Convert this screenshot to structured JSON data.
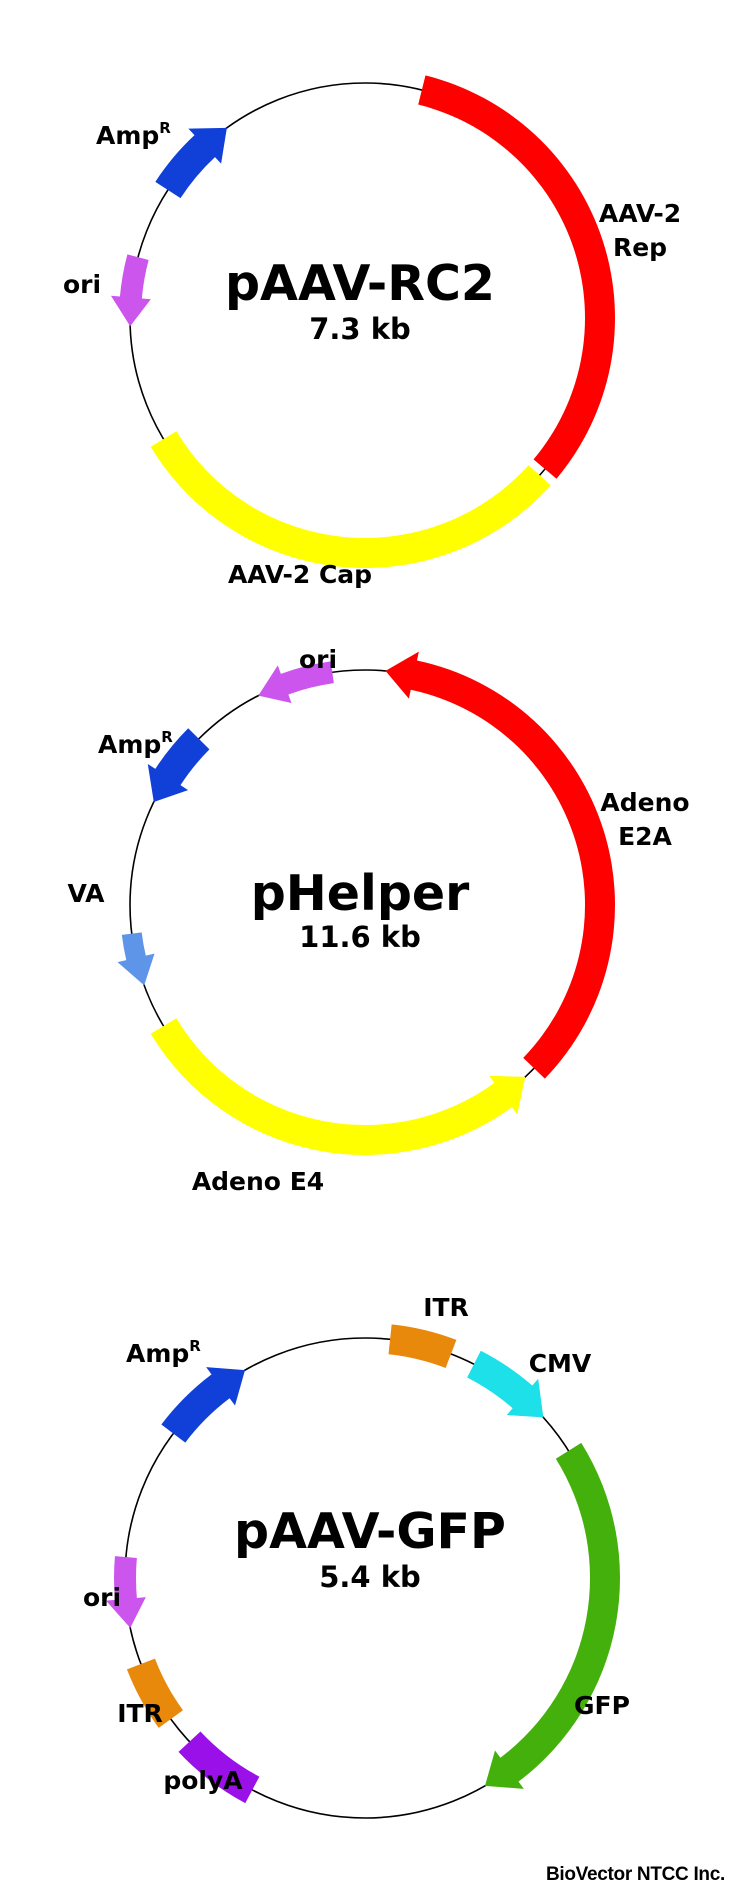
{
  "plasmids": [
    {
      "id": "pAAV-RC2",
      "name": "pAAV-RC2",
      "size": "7.3 kb",
      "features": [
        {
          "id": "rep",
          "label": [
            "AAV-2",
            "Rep"
          ],
          "color": "#ff0000",
          "kind": "block"
        },
        {
          "id": "cap",
          "label": [
            "AAV-2 Cap"
          ],
          "color": "#ffff00",
          "kind": "block"
        },
        {
          "id": "ori",
          "label": [
            "ori"
          ],
          "color": "#cc55ee",
          "kind": "arrow-ccw"
        },
        {
          "id": "amp",
          "label": [
            "Amp",
            "R"
          ],
          "color": "#1040d8",
          "kind": "arrow-cw",
          "superscript": true
        }
      ]
    },
    {
      "id": "pHelper",
      "name": "pHelper",
      "size": "11.6 kb",
      "features": [
        {
          "id": "e2a",
          "label": [
            "Adeno",
            "E2A"
          ],
          "color": "#ff0000",
          "kind": "arrow-ccw"
        },
        {
          "id": "e4",
          "label": [
            "Adeno E4"
          ],
          "color": "#ffff00",
          "kind": "arrow-ccw"
        },
        {
          "id": "va",
          "label": [
            "VA"
          ],
          "color": "#5f95e8",
          "kind": "arrow-ccw"
        },
        {
          "id": "amp",
          "label": [
            "Amp",
            "R"
          ],
          "color": "#1040d8",
          "kind": "arrow-ccw",
          "superscript": true
        },
        {
          "id": "ori",
          "label": [
            "ori"
          ],
          "color": "#cc55ee",
          "kind": "arrow-ccw"
        }
      ]
    },
    {
      "id": "pAAV-GFP",
      "name": "pAAV-GFP",
      "size": "5.4 kb",
      "features": [
        {
          "id": "itr1",
          "label": [
            "ITR"
          ],
          "color": "#e8890c",
          "kind": "block"
        },
        {
          "id": "cmv",
          "label": [
            "CMV"
          ],
          "color": "#1ee0e8",
          "kind": "arrow-cw"
        },
        {
          "id": "gfp",
          "label": [
            "GFP"
          ],
          "color": "#44b00c",
          "kind": "arrow-cw"
        },
        {
          "id": "polya",
          "label": [
            "polyA"
          ],
          "color": "#9a10e8",
          "kind": "block"
        },
        {
          "id": "itr2",
          "label": [
            "ITR"
          ],
          "color": "#e8890c",
          "kind": "block"
        },
        {
          "id": "ori",
          "label": [
            "ori"
          ],
          "color": "#cc55ee",
          "kind": "arrow-ccw"
        },
        {
          "id": "amp",
          "label": [
            "Amp",
            "R"
          ],
          "color": "#1040d8",
          "kind": "arrow-cw",
          "superscript": true
        }
      ]
    }
  ],
  "credit": "BioVector NTCC Inc."
}
